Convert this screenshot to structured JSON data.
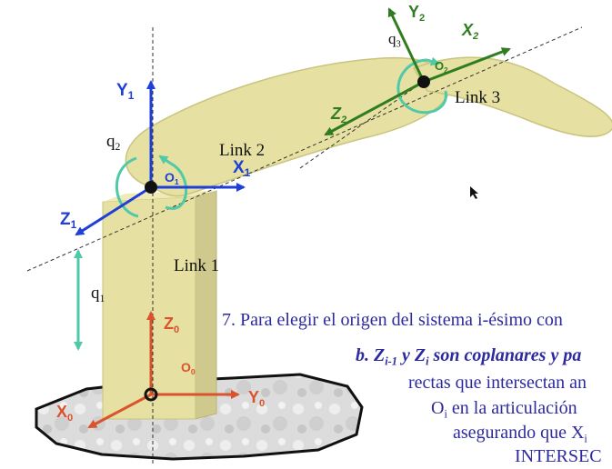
{
  "axes": {
    "y1": "Y",
    "y1_sub": "1",
    "x1": "X",
    "x1_sub": "1",
    "z1": "Z",
    "z1_sub": "1",
    "o1": "O",
    "o1_sub": "1",
    "y2": "Y",
    "y2_sub": "2",
    "x2": "X",
    "x2_sub": "2",
    "z2": "Z",
    "z2_sub": "2",
    "o2": "O",
    "o2_sub": "2",
    "z0": "Z",
    "z0_sub": "0",
    "y0": "Y",
    "y0_sub": "0",
    "x0": "X",
    "x0_sub": "0",
    "o0": "O",
    "o0_sub": "0"
  },
  "joints": {
    "q1": "q",
    "q1_sub": "1",
    "q2": "q",
    "q2_sub": "2",
    "q3": "q",
    "q3_sub": "3"
  },
  "links": {
    "link1": "Link 1",
    "link2": "Link 2",
    "link3": "Link 3"
  },
  "text": {
    "step7": "7. Para elegir el origen del sistema i-ésimo con",
    "case_b_main": "b. Z",
    "case_b_sub1": "i-1",
    "case_b_mid": " y Z",
    "case_b_sub2": "i",
    "case_b_end": " son coplanares y pa",
    "line2": "rectas que intersectan an",
    "line3_a": "O",
    "line3_sub": "i",
    "line3_b": " en la articulación",
    "line4_a": "asegurando que X",
    "line4_sub": "i",
    "line5": "INTERSEC"
  },
  "colors": {
    "link": "#e6e1a2",
    "link_edge": "#c9c47e",
    "frame1": "#1f3fd6",
    "frame0": "#d9532c",
    "frame2": "#2f7d20",
    "rotation": "#4fc9a8",
    "text_blue": "#2c2a9e"
  }
}
